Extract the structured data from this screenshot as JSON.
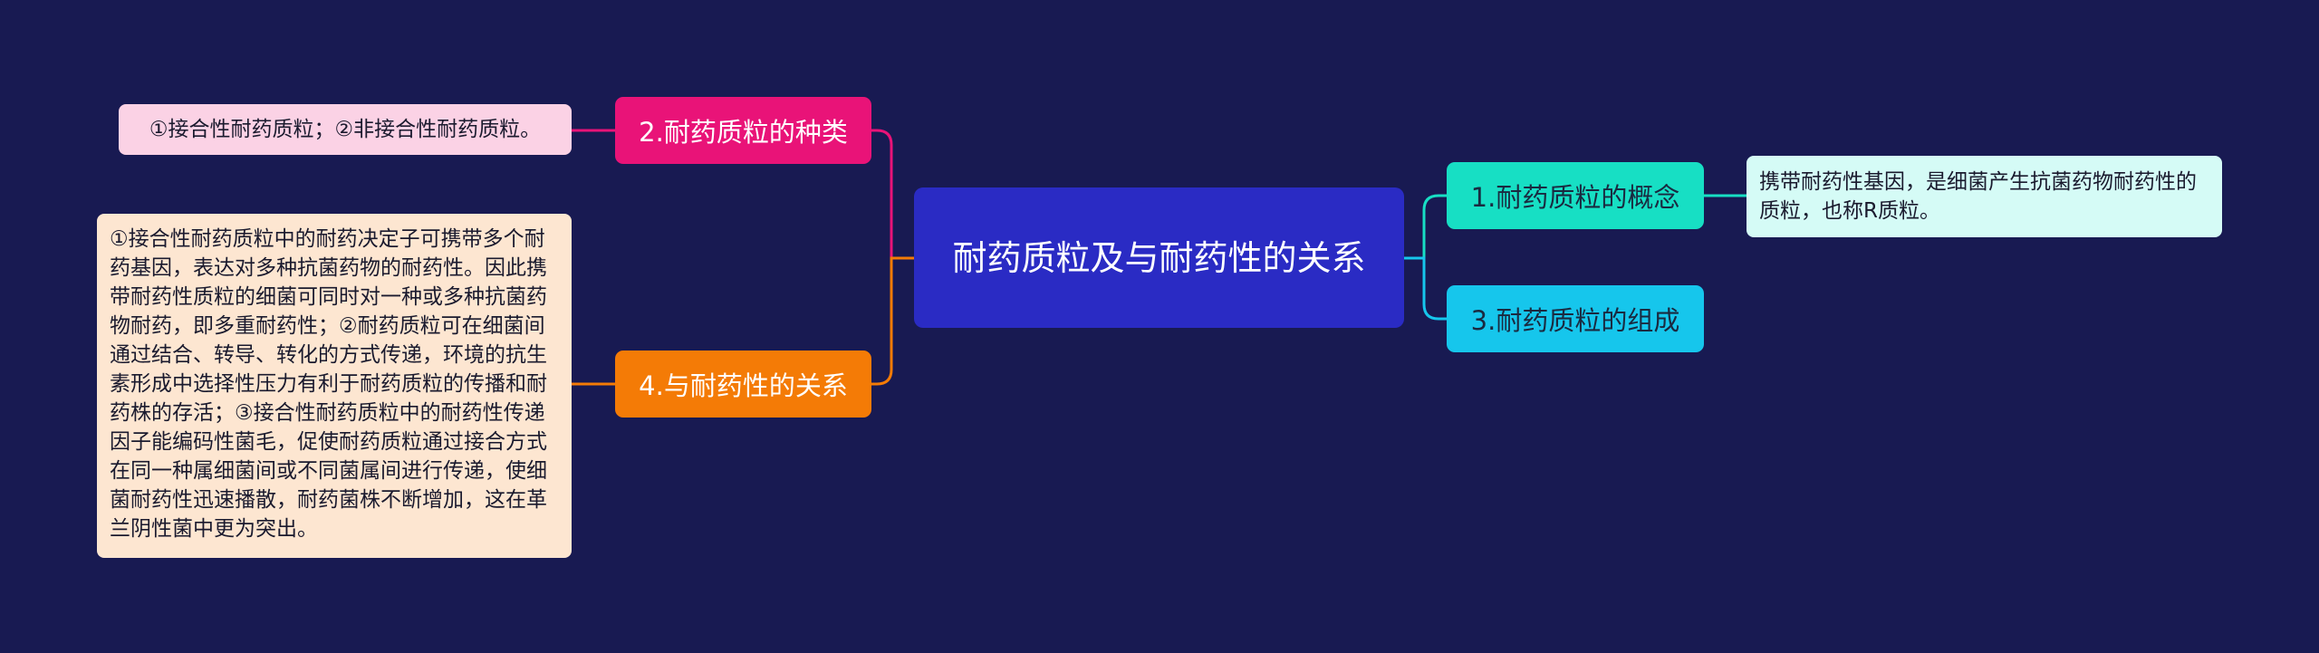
{
  "mindmap": {
    "root": "耐药质粒及与耐药性的关系",
    "branches": {
      "concept": {
        "label": "1.耐药质粒的概念",
        "detail": "携带耐药性基因，是细菌产生抗菌药物耐药性的质粒，也称R质粒。"
      },
      "types": {
        "label": "2.耐药质粒的种类",
        "detail": "①接合性耐药质粒；②非接合性耐药质粒。"
      },
      "composition": {
        "label": "3.耐药质粒的组成"
      },
      "relation": {
        "label": "4.与耐药性的关系",
        "detail": "①接合性耐药质粒中的耐药决定子可携带多个耐药基因，表达对多种抗菌药物的耐药性。因此携带耐药性质粒的细菌可同时对一种或多种抗菌药物耐药，即多重耐药性；②耐药质粒可在细菌间通过结合、转导、转化的方式传递，环境的抗生素形成中选择性压力有利于耐药质粒的传播和耐药株的存活；③接合性耐药质粒中的耐药性传递因子能编码性菌毛，促使耐药质粒通过接合方式在同一种属细菌间或不同菌属间进行传递，使细菌耐药性迅速播散，耐药菌株不断增加，这在革兰阴性菌中更为突出。"
      }
    }
  },
  "colors": {
    "background": "#181a52",
    "root": "#2a2bc4",
    "types": "#e91378",
    "relation": "#f47b06",
    "concept": "#17dfc4",
    "composition": "#16c6ec"
  }
}
